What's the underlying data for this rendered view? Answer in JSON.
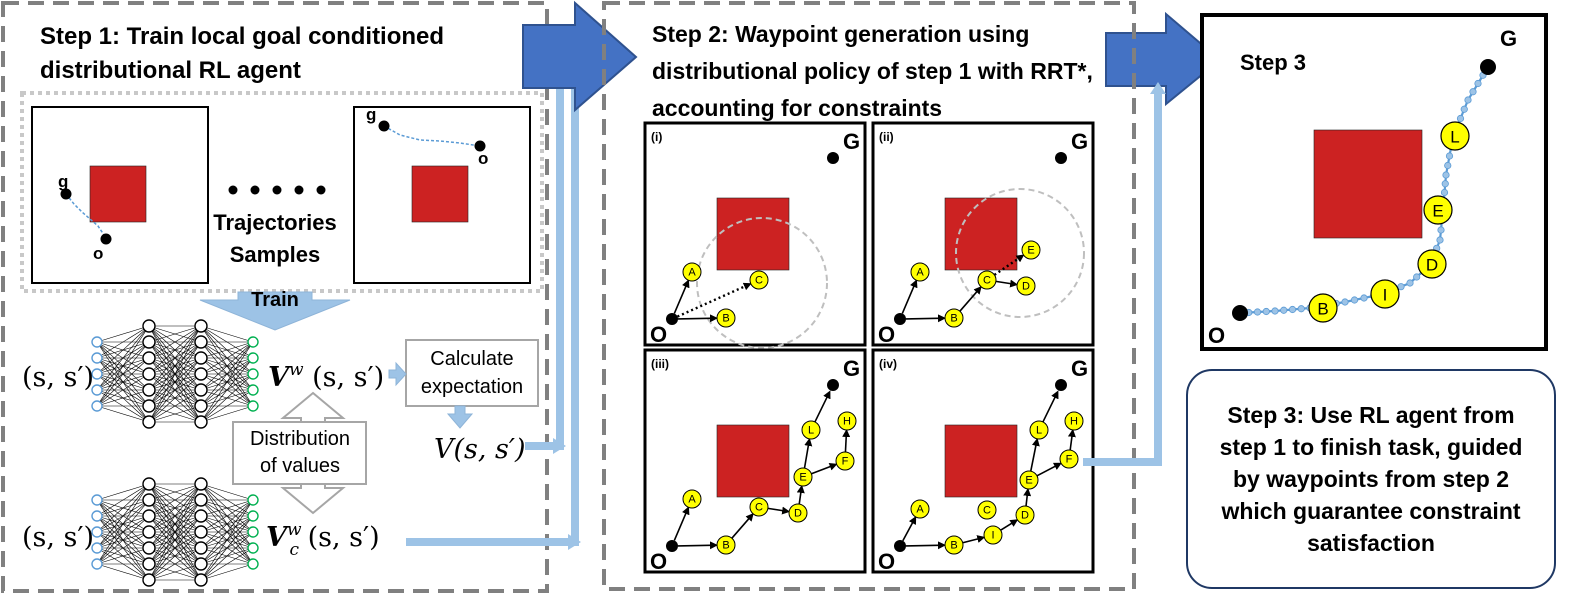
{
  "step1": {
    "title": "Step 1: Train local goal conditioned distributional RL agent",
    "trajectories_label": "Trajectories",
    "samples_label": "Samples",
    "train_label": "Train",
    "goal_label": "g",
    "origin_label": "o",
    "input_label": "(s, s′)",
    "value_label": "V^w (s, s′)",
    "constraint_value_label": "V_c^w (s, s′)",
    "calc_label_line1": "Calculate",
    "calc_label_line2": "expectation",
    "expectation_label": "V(s, s′)",
    "distribution_line1": "Distribution",
    "distribution_line2": "of values"
  },
  "step2": {
    "title": "Step 2: Waypoint generation using distributional policy of step 1 with RRT*, accounting for constraints",
    "goal_label": "G",
    "origin_label": "O",
    "panels": [
      {
        "label": "(i)",
        "waypoints": [
          "A",
          "B",
          "C"
        ]
      },
      {
        "label": "(ii)",
        "waypoints": [
          "A",
          "B",
          "C",
          "D",
          "E"
        ]
      },
      {
        "label": "(iii)",
        "waypoints": [
          "A",
          "B",
          "C",
          "D",
          "E",
          "F",
          "L",
          "H"
        ]
      },
      {
        "label": "(iv)",
        "waypoints": [
          "A",
          "C",
          "B",
          "I",
          "D",
          "E",
          "F",
          "L",
          "H"
        ]
      }
    ]
  },
  "step3": {
    "title": "Step 3",
    "goal_label": "G",
    "origin_label": "O",
    "waypoints": [
      "B",
      "I",
      "D",
      "E",
      "L"
    ],
    "description": "Step 3: Use RL agent from step 1 to finish task, guided by waypoints from step 2 which guarantee constraint satisfaction"
  },
  "colors": {
    "obstacle": "#cc2222",
    "waypoint": "#ffff00",
    "arrow": "#4472c4",
    "connector": "#9dc3e6",
    "train_arrow": "#9dc3e6",
    "dashed_border": "#808080",
    "path": "#5b9bd5",
    "text_box_border": "#1f3864"
  }
}
